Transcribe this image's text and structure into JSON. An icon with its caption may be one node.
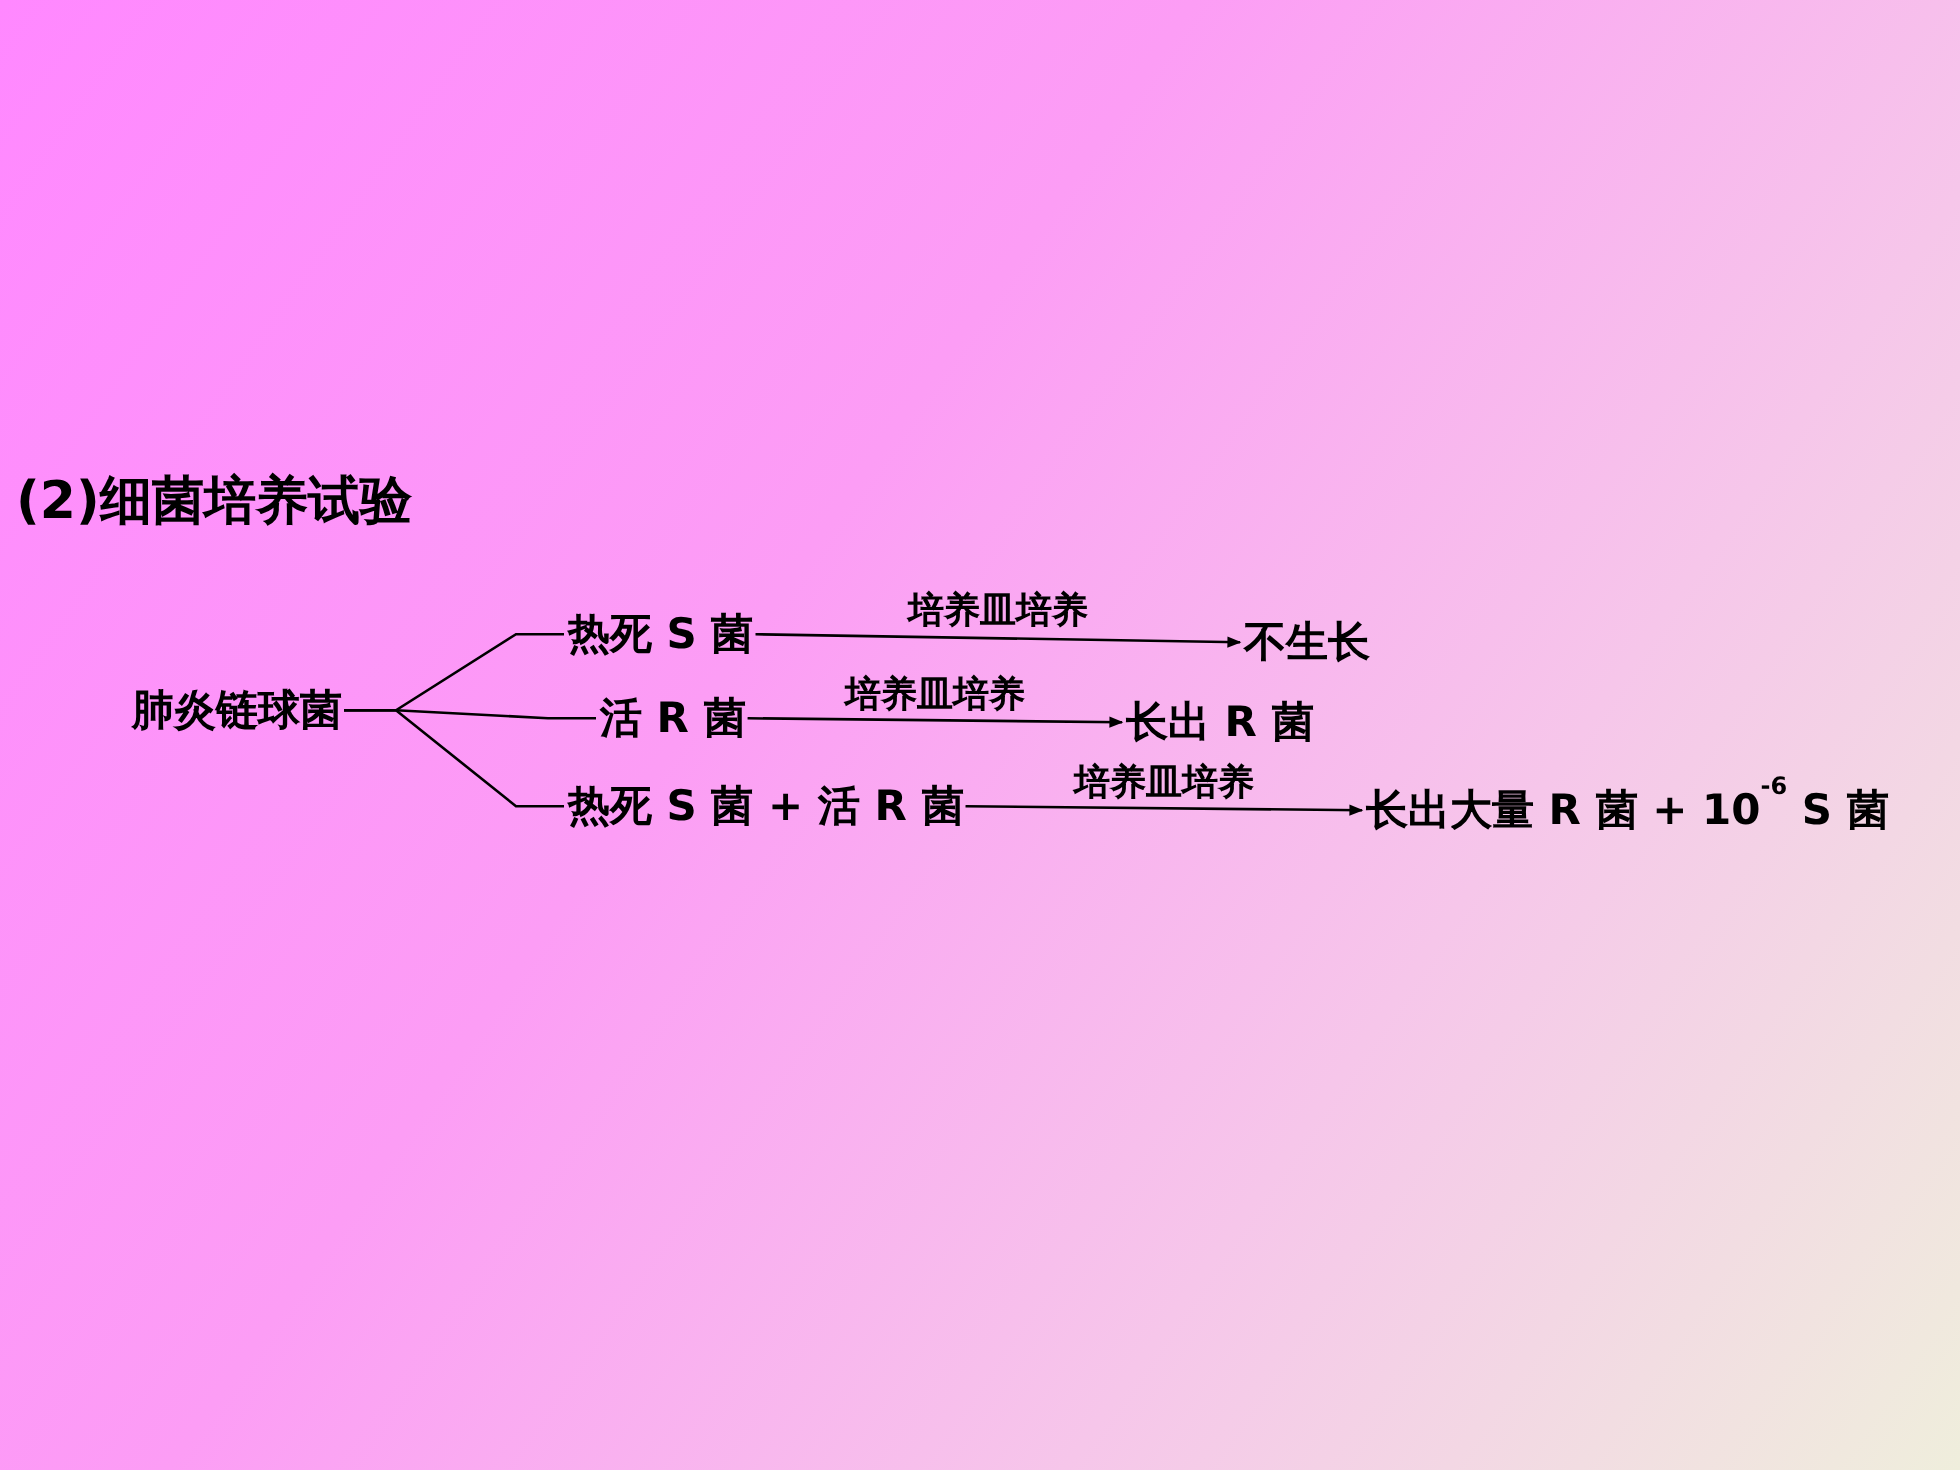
{
  "diagram": {
    "title": "(2)细菌培养试验",
    "nodes": [
      {
        "text": [
          "肺炎链球菌"
        ]
      },
      {
        "text": [
          "热死 S 菌"
        ]
      },
      {
        "text": [
          "活 R 菌"
        ]
      },
      {
        "text": [
          "热死 S 菌 + 活 R 菌"
        ]
      },
      {
        "text": [
          "不生长"
        ]
      },
      {
        "text": [
          "长出 R 菌"
        ]
      },
      {
        "text": [
          "长出大量 R 菌 + 10$^{-6}$ S 菌"
        ]
      }
    ],
    "edges": [
      {
        "from": 0,
        "to": 1,
        "arrow": "none"
      },
      {
        "from": 0,
        "to": 2,
        "arrow": "none"
      },
      {
        "from": 0,
        "to": 3,
        "arrow": "none"
      },
      {
        "from": 1,
        "to": 4,
        "arrow": "to",
        "label": "培养皿培养"
      },
      {
        "from": 2,
        "to": 5,
        "arrow": "to",
        "label": "培养皿培养"
      },
      {
        "from": 3,
        "to": 6,
        "arrow": "to",
        "label": "培养皿培养"
      }
    ]
  }
}
